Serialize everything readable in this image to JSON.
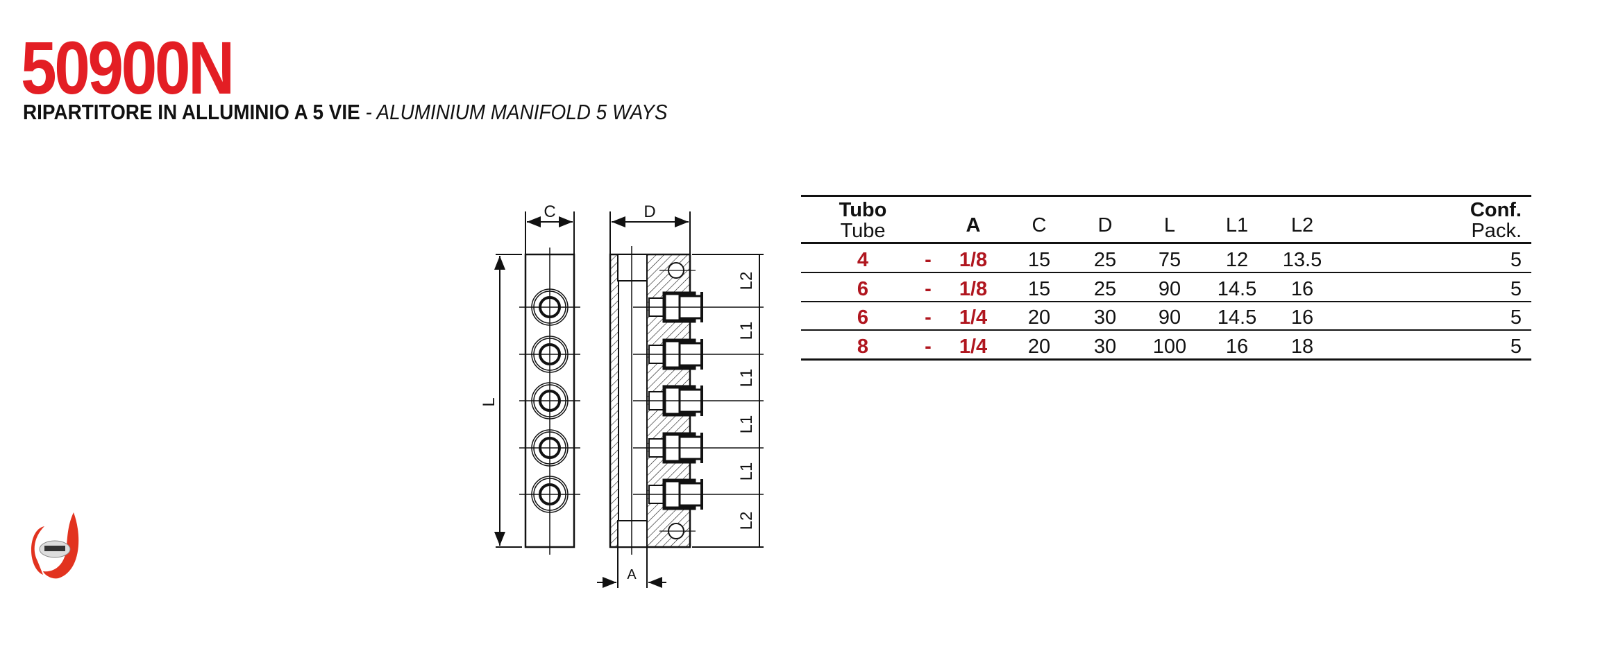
{
  "header": {
    "code": "50900N",
    "subtitle_it": "RIPARTITORE IN ALLUMINIO A 5 VIE",
    "separator": " - ",
    "subtitle_en": "ALUMINIUM MANIFOLD 5 WAYS"
  },
  "drawing": {
    "labels": {
      "C": "C",
      "D": "D",
      "L": "L",
      "A": "A",
      "L1": "L1",
      "L2": "L2"
    },
    "ways": 5
  },
  "table": {
    "headers": {
      "tube_it": "Tubo",
      "tube_en": "Tube",
      "A": "A",
      "C": "C",
      "D": "D",
      "L": "L",
      "L1": "L1",
      "L2": "L2",
      "pack_it": "Conf.",
      "pack_en": "Pack."
    },
    "rows": [
      {
        "tube": "4",
        "dash": "-",
        "A": "1/8",
        "C": "15",
        "D": "25",
        "L": "75",
        "L1": "12",
        "L2": "13.5",
        "pack": "5"
      },
      {
        "tube": "6",
        "dash": "-",
        "A": "1/8",
        "C": "15",
        "D": "25",
        "L": "90",
        "L1": "14.5",
        "L2": "16",
        "pack": "5"
      },
      {
        "tube": "6",
        "dash": "-",
        "A": "1/4",
        "C": "20",
        "D": "30",
        "L": "90",
        "L1": "14.5",
        "L2": "16",
        "pack": "5"
      },
      {
        "tube": "8",
        "dash": "-",
        "A": "1/4",
        "C": "20",
        "D": "30",
        "L": "100",
        "L1": "16",
        "L2": "18",
        "pack": "5"
      }
    ]
  },
  "colors": {
    "title_red": "#e31e24",
    "value_red": "#b0161f"
  }
}
